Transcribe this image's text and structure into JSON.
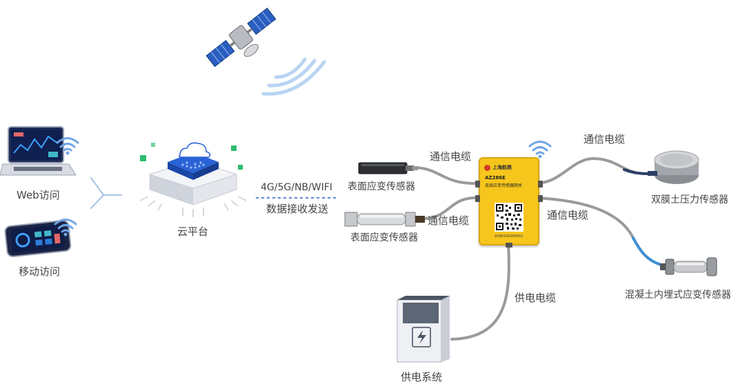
{
  "clients": {
    "web_label": "Web访问",
    "mobile_label": "移动访问"
  },
  "cloud": {
    "label": "云平台"
  },
  "link": {
    "protocol": "4G/5G/NB/WIFI",
    "function": "数据接收发送"
  },
  "gateway": {
    "brand": "上海航鼎",
    "model": "AZ286E",
    "name": "无线应变传感器网关",
    "serial": "0286100000001"
  },
  "sensors": {
    "surface_1": "表面应变传感器",
    "surface_2": "表面应变传感器",
    "pressure": "双膜土压力传感器",
    "embedded": "混凝土内埋式应变传感器"
  },
  "cables": {
    "comm_top_left": "通信电缆",
    "comm_mid_left": "通信电缆",
    "comm_top_right": "通信电缆",
    "comm_mid_right": "通信电缆",
    "power": "供电电缆"
  },
  "power_system": {
    "label": "供电系统"
  },
  "colors": {
    "gateway_yellow": "#f7c61c",
    "cloud_blue": "#2a63d6",
    "wifi_blue": "#6fa5e6",
    "cable_grey": "#9a9a9a",
    "embedded_cable_blue": "#3c8fd6",
    "accent_green": "#2dbd6e"
  }
}
